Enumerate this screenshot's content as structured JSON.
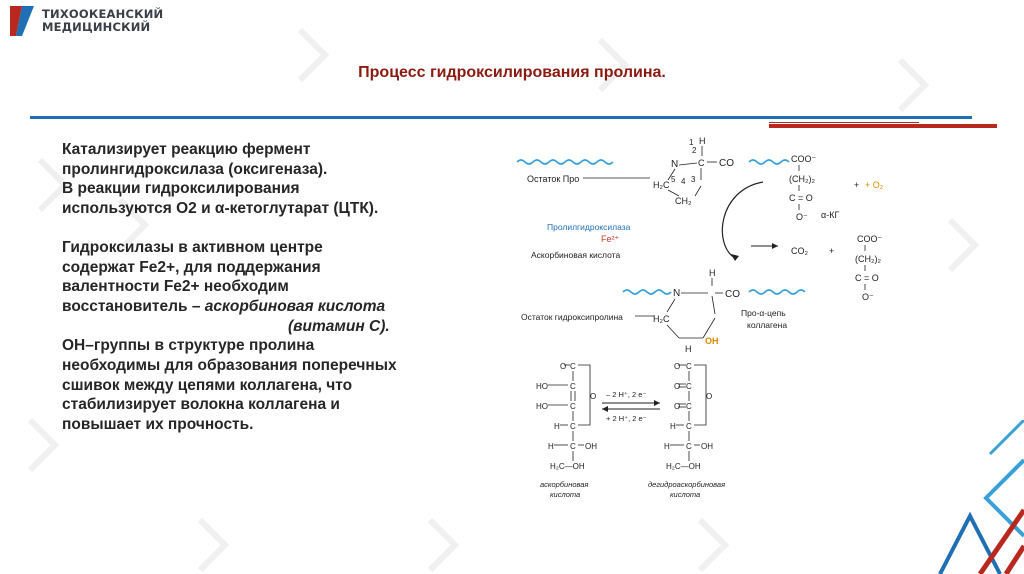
{
  "logo": {
    "line1": "ТИХООКЕАНСКИЙ",
    "line2": "МЕДИЦИНСКИЙ",
    "icon": "university-logo-icon"
  },
  "title": "Процесс гидроксилирования пролина.",
  "paragraph1": {
    "line1": "Катализирует реакцию фермент",
    "line2": "пролингидроксилаза (оксигеназа).",
    "line3": "В реакции гидроксилирования",
    "line4": "используются  О2 и α-кетоглутарат (ЦТК)."
  },
  "paragraph2": {
    "line1": "Гидроксилазы  в активном центре",
    "line2": "содержат Fe2+, для поддержания",
    "line3": "валентности Fe2+ необходим",
    "line4_plain": "восстановитель – ",
    "line4_italic": "аскорбиновая кислота",
    "line5_italic": "(витамин С)."
  },
  "paragraph3": {
    "line1": "ОН–группы в структуре пролина",
    "line2": "необходимы для образования поперечных",
    "line3": "сшивок между цепями коллагена, что",
    "line4": "стабилизирует волокна коллагена и",
    "line5": "повышает  их  прочность."
  },
  "scheme1": {
    "proline_residue": "Остаток Про",
    "hydroxyproline_residue": "Остаток гидроксипролина",
    "enzyme": "Пролилгидроксилаза",
    "cofactor": "Fe²⁺",
    "ascorbic": "Аскорбиновая кислота",
    "collagen_chain_1": "Про-α-цепь",
    "collagen_chain_2": "коллагена",
    "oxygen": "+ O₂",
    "akg": "α-КГ",
    "co2": "CO₂",
    "plus": "+",
    "h": "H",
    "n": "N",
    "co": "CO",
    "c": "C",
    "oh": "OH",
    "coo": "COO⁻",
    "ch2_2": "(CH₂)₂",
    "c_o": "C = O",
    "o_minus": "O⁻",
    "h2c": "H₂C",
    "ch2": "CH₂",
    "n1": "1",
    "n2": "2",
    "n3": "3",
    "n4": "4",
    "n5": "5"
  },
  "scheme2": {
    "forward": "– 2 H⁺, 2 e⁻",
    "backward": "+ 2 H⁺, 2 e⁻",
    "ascorbic_1": "аскорбиновая",
    "ascorbic_2": "кислота",
    "dehydro_1": "дегидроаскорбиновая",
    "dehydro_2": "кислота",
    "o": "O",
    "c": "C",
    "ho": "HO",
    "h": "H",
    "oh": "OH",
    "h2c_oh": "H₂C—OH"
  }
}
